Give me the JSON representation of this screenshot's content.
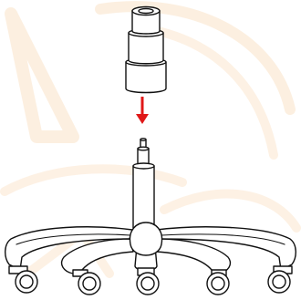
{
  "diagram": {
    "parts": [
      "gas-lift-cover",
      "gas-lift-cylinder",
      "star-base",
      "caster-wheel"
    ],
    "caster_count": 5,
    "arrow_direction": "down",
    "colors": {
      "line": "#111111",
      "arrow": "#e01818",
      "background": "#ffffff",
      "watermark": "#f7d2a6"
    }
  }
}
